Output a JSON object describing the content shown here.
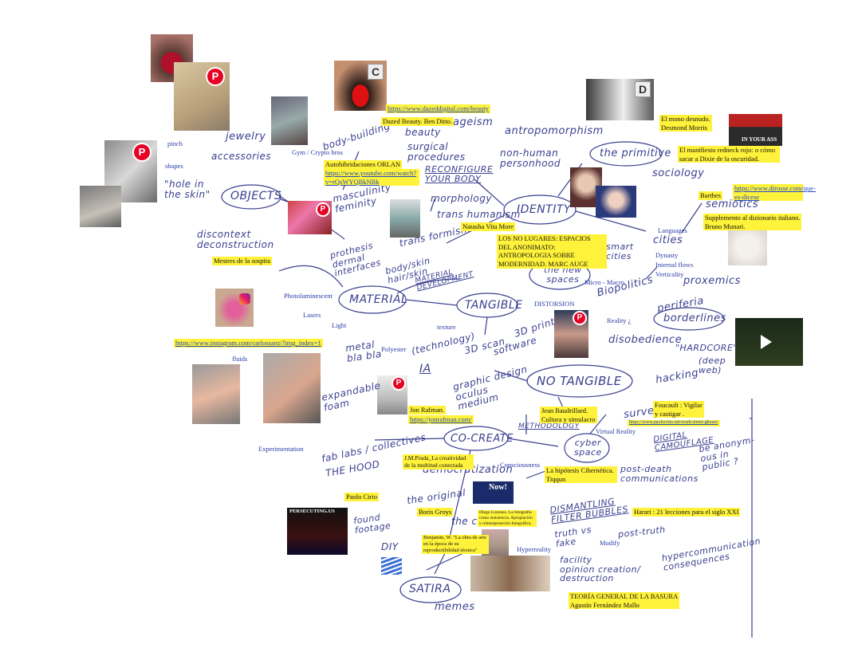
{
  "nodes": {
    "identity": "IDENTITY",
    "objects": "OBJECTS",
    "material": "MATERIAL",
    "tangible": "TANGIBLE",
    "no_tangible": "NO TANGIBLE",
    "co_create": "CO-CREATE",
    "satira": "SATIRA",
    "the_primitive": "the primitive",
    "the_new_spaces": "the new\nspaces",
    "cyber_space": "cyber\nspace",
    "borderlines": "borderlines"
  },
  "handwriting": {
    "jewelry": "jewelry",
    "accessories": "accessories",
    "hole_in_the_skin": "\"hole in\nthe skin\"",
    "body_building": "body-building",
    "beauty": "beauty",
    "ageism": "ageism",
    "surgical_procedures": "surgical\nprocedures",
    "reconfigure_your_body": "RECONFIGURE\nYOUR BODY",
    "antropomorphism": "antropomorphism",
    "non_human_personhood": "non-human\npersonhood",
    "masculinity_feminity": "masculinity\nfeminity",
    "morphology": "morphology",
    "trans_humanism": "trans humanism",
    "trans_formism": "trans formism",
    "discontext": "discontext\ndeconstruction",
    "prothesis": "prothesis\ndermal\ninterfaces",
    "body_skin": "body/skin\nhair/skin",
    "sociology": "sociology",
    "semiotics": "semiotics",
    "smart_cities": "smart\ncities",
    "cities": "cities",
    "proxemics": "proxemics",
    "biopolitics": "Biopolitics",
    "periferia": "periferia",
    "disobedience": "disobedience",
    "hardcore": "\"HARDCORE\"",
    "deep_web": "(deep\nweb)",
    "hacking": "hacking",
    "surveille": "surveille",
    "material_development": "MATERIAL\nDEVELOPMENT",
    "metal_bla": "metal\nbla bla",
    "technology": "(technology)",
    "ia": "IA",
    "scan_3d": "3D scan",
    "print_3d": "3D print",
    "software": "software",
    "graphic_design": "graphic design\noculus\nmedium",
    "expandable_foam": "expandable\nfoam",
    "methodology": "METHODOLOGY",
    "fab_labs": "fab labs / collectives",
    "the_hood": "THE HOOD",
    "democratization": "democratization",
    "the_original": "the original",
    "the_copy": "the copy",
    "found_footage": "found\nfootage",
    "diy": "DIY",
    "post_death": "post-death\ncommunications",
    "be_anonymous": "be anonym-\nous in\npublic ?",
    "digital_camouflage": "DIGITAL\nCAMOUFLAGE",
    "dismantling": "DISMANTLING\nFILTER BUBBLES",
    "truth_vs_fake": "truth vs\nfake",
    "post_truth": "post-truth",
    "facility": "facility\nopinion creation/\ndestruction",
    "hypercommunication": "hypercommunication\nconsequences",
    "memes": "memes"
  },
  "labels": {
    "pinch": "pinch",
    "shapes": "shapes",
    "gym": "Gym / Crypto bros",
    "photoluminescent": "Photoluminescent",
    "lasers": "Lasers",
    "light": "Light",
    "fluids": "fluids",
    "polyester": "Polyester",
    "texture": "texture",
    "experimentation": "Experimentation",
    "distorsion": "DISTORSION",
    "reality": "Reality ¿",
    "micro_macro": "Micro - Macro",
    "languages": "Languages",
    "dynasty": "Dynasty",
    "internal_flows": "Internal flows",
    "verticality": "Verticality",
    "virtual_reality": "Virtual Reality",
    "consciousness": "Consciousness",
    "hyperreality": "Hyperreality",
    "modify": "Modify"
  },
  "highlights": {
    "dazed_link": "https://www.dazeddigital.com/beauty",
    "dazed_beauty": "Dazed Beauty. Ben Ditto.",
    "orlan": "Autohibridaciones ORLAN",
    "orlan_link": "https://www.youtube.com/watch?v=rQsWYQBkNBk",
    "mestres": "Mestres de la sospita",
    "natasha": "Natasha Vita More",
    "augé": "LOS NO LUGARES: ESPACIOS DEL ANONIMATO: ANTROPOLOGIA SOBRE MODERNIDAD.  MARC AUGE",
    "mono": "El mono desnudo.\nDesmond Morris",
    "redneck": "El manifiesto redneck rojo: o cómo sacar a Dixie de la oscuridad.",
    "barthes": "Barthes",
    "dirosse_link": "https://www.dirosse.com/que-es-dicese",
    "munari": "Supplemento al dizionario italiano.\nBruno Munari.",
    "instagram_link": "https://www.instagram.com/carlossaez/?img_index=1",
    "rafman": "Jon Rafman.",
    "rafman_link": "https://jonrafman.com/",
    "baudrillard": "Jean Baudrillard.\nCultura y simulacro",
    "foucault": "Foucault : Vigilar\ny castigar .",
    "foucault_link": "https://www.paolocirio.net/work/street-ghosts/",
    "prada": "J.M.Prada_La creatividad de la multitud conectada",
    "tiqqun": "La hipótesis Cibernética. \nTiqqun",
    "cirio": "Paolo Cirio",
    "groys": "Boris Groys",
    "benjamin": "Benjamin, W. \"La obra de arte en la época de su reproductibilidad técnica\"",
    "lizarazo": "Diego Lizarazo. La fotografía como resistencia. Apropiación y reinterpretación fotográfica.",
    "harari": "Harari : 21 lecciones para el siglo XXI",
    "basura": "TEORÍA GENERAL DE LA BASURA\nAgustín Fernández Mallo"
  },
  "media": {
    "pinterest_glyph": "P",
    "card_c": "C",
    "card_d": "D",
    "persecuting": "PERSECUTING.US",
    "now": "Now!",
    "in_your_ass": "IN YOUR ASS"
  },
  "colors": {
    "ink": "#3a3f8f",
    "highlight": "#fff23a",
    "pinterest": "#e60023",
    "link": "#1f48c7"
  }
}
